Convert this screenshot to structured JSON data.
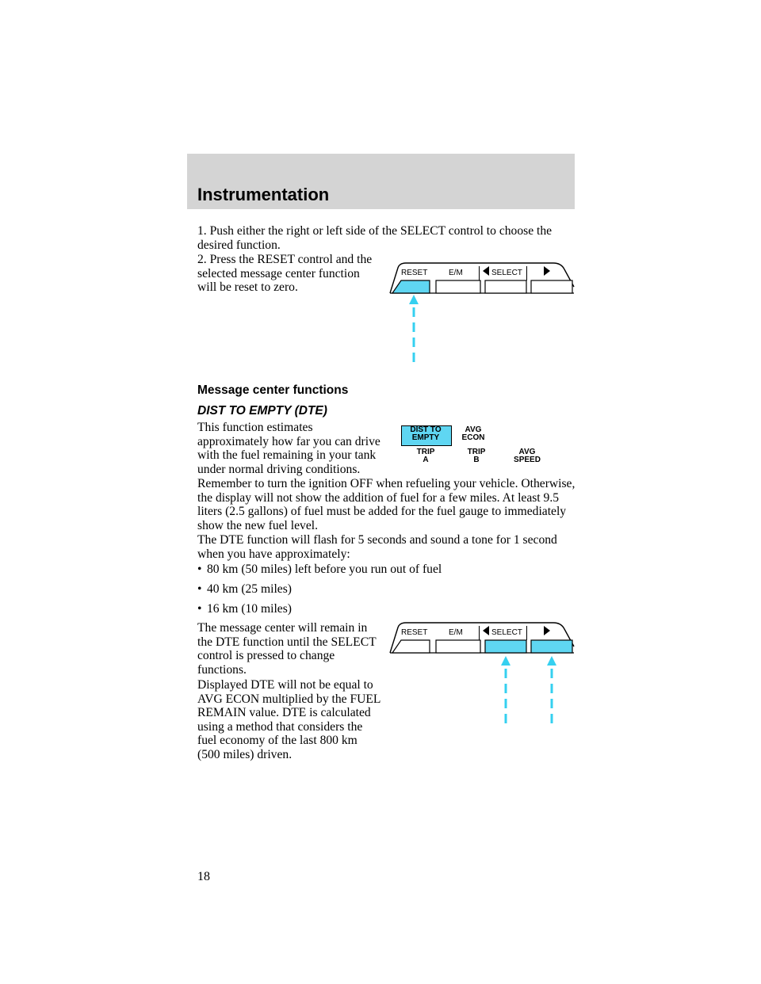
{
  "header": {
    "title": "Instrumentation"
  },
  "paragraphs": {
    "p1": "1. Push either the right or left side of the SELECT control to choose the desired function.",
    "p2": "2. Press the RESET control and the selected message center function will be reset to zero.",
    "p3": "This function estimates approximately how far you can drive with the fuel remaining in your tank under normal driving conditions.",
    "p4": "Remember to turn the ignition OFF when refueling your vehicle. Otherwise, the display will not show the addition of fuel for a few miles. At least 9.5 liters (2.5 gallons) of fuel must be added for the fuel gauge to immediately show the new fuel level.",
    "p5": "The DTE function will flash for 5 seconds and sound a tone for 1 second when you have approximately:",
    "p6": "The message center will remain in the DTE function until the SELECT control is pressed to change functions.",
    "p7": "Displayed DTE will not be equal to AVG ECON multiplied by the FUEL REMAIN value. DTE is calculated using a method that considers the fuel economy of the last 800 km (500 miles) driven."
  },
  "headings": {
    "section": "Message center functions",
    "subsection": "DIST TO EMPTY (DTE)"
  },
  "bullets": [
    "80 km (50 miles) left before you run out of fuel",
    "40 km (25 miles)",
    "16 km (10 miles)"
  ],
  "bullet_glyph": "•",
  "control_panel": {
    "reset": "RESET",
    "em": "E/M",
    "select": "SELECT"
  },
  "display": {
    "dist_line1": "DIST TO",
    "dist_line2": "EMPTY",
    "avg_econ_line1": "AVG",
    "avg_econ_line2": "ECON",
    "trip_a_line1": "TRIP",
    "trip_a_line2": "A",
    "trip_b_line1": "TRIP",
    "trip_b_line2": "B",
    "avg_speed_line1": "AVG",
    "avg_speed_line2": "SPEED"
  },
  "colors": {
    "highlight": "#5fd6f2",
    "arrow": "#35d0f0",
    "header_bg": "#d4d4d4"
  },
  "page_number": "18"
}
